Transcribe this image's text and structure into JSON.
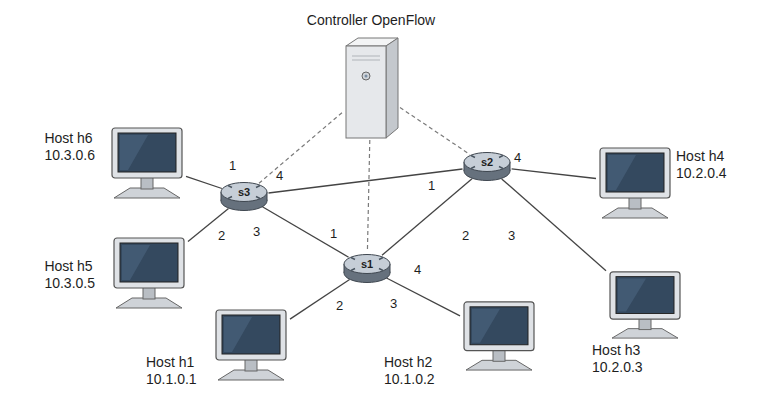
{
  "diagram": {
    "nodes": [
      {
        "text": [
          "Controller OpenFlow"
        ]
      },
      {
        "text": [
          "Host h6",
          "10.3.0.6"
        ]
      },
      {
        "text": [
          "s3"
        ]
      },
      {
        "text": [
          "s2"
        ]
      },
      {
        "text": [
          "Host h4",
          "10.2.0.4"
        ]
      },
      {
        "text": [
          "Host h5",
          "10.3.0.5"
        ]
      },
      {
        "text": [
          "s1"
        ]
      },
      {
        "text": [
          "Host h1",
          "10.1.0.1"
        ]
      },
      {
        "text": [
          "Host h2",
          "10.1.0.2"
        ]
      },
      {
        "text": [
          "Host h3",
          "10.2.0.3"
        ]
      }
    ],
    "edges": [
      {
        "from": 0,
        "to": 2,
        "arrow": "none"
      },
      {
        "from": 0,
        "to": 3,
        "arrow": "none"
      },
      {
        "from": 0,
        "to": 6,
        "arrow": "none"
      },
      {
        "from": 1,
        "to": 2,
        "arrow": "none"
      },
      {
        "from": 5,
        "to": 2,
        "arrow": "none"
      },
      {
        "from": 2,
        "to": 3,
        "arrow": "none"
      },
      {
        "from": 2,
        "to": 6,
        "arrow": "none"
      },
      {
        "from": 3,
        "to": 4,
        "arrow": "none"
      },
      {
        "from": 3,
        "to": 9,
        "arrow": "none"
      },
      {
        "from": 6,
        "to": 3,
        "arrow": "none"
      },
      {
        "from": 6,
        "to": 7,
        "arrow": "none"
      },
      {
        "from": 6,
        "to": 8,
        "arrow": "none"
      }
    ],
    "labels": [
      "1",
      "2",
      "3",
      "4",
      "1",
      "2",
      "3",
      "4",
      "1",
      "2",
      "3",
      "4"
    ]
  }
}
